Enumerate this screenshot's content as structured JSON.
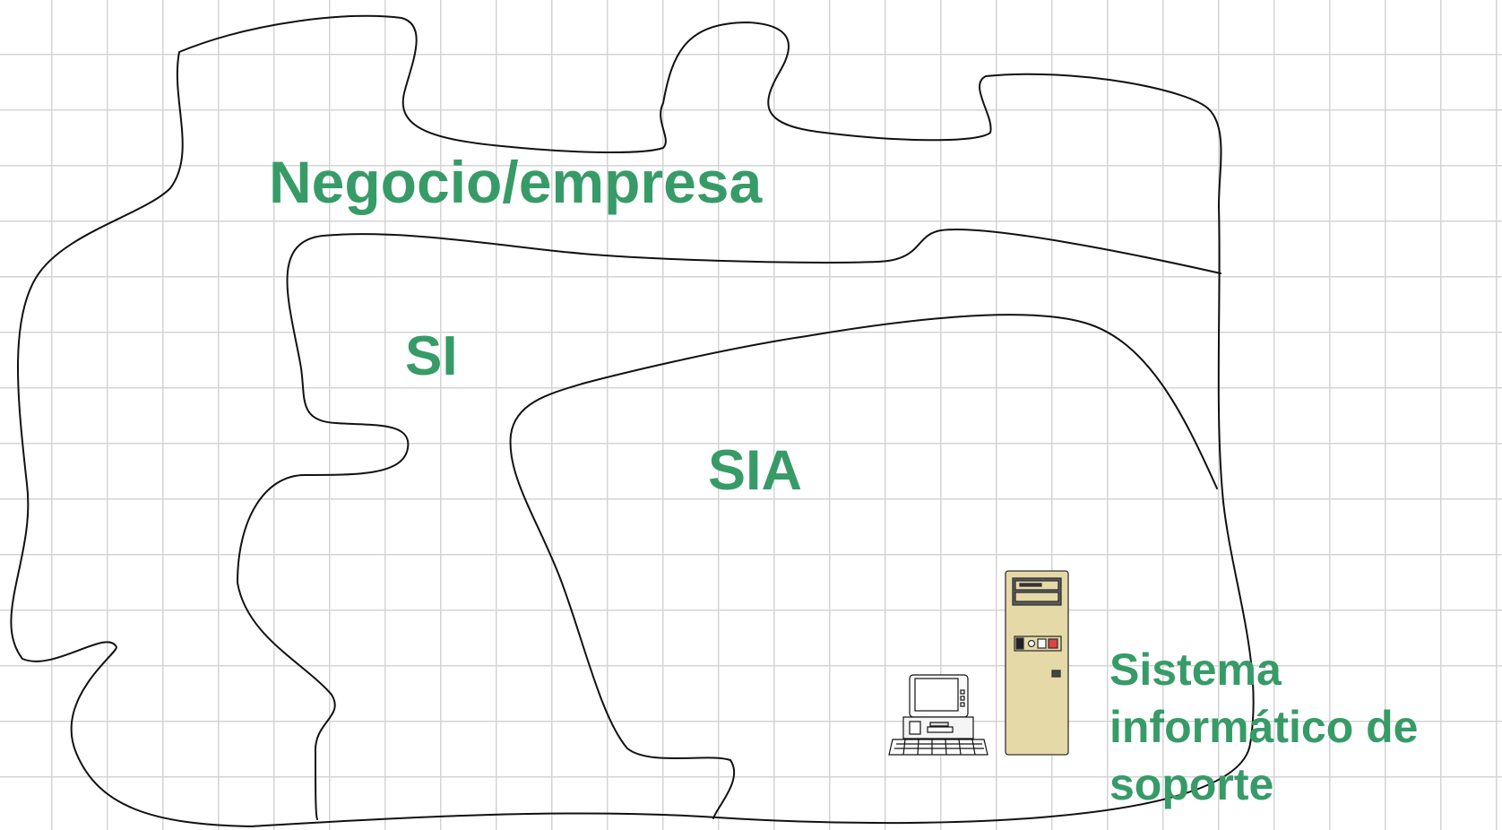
{
  "labels": {
    "negocio": "Negocio/empresa",
    "si": "SI",
    "sia": "SIA",
    "soporte_lines": [
      "Sistema",
      "informático de",
      "soporte"
    ]
  },
  "icons": {
    "terminal": "computer-terminal-icon",
    "tower": "server-tower-icon"
  },
  "colors": {
    "label": "#379b68",
    "outline": "#111111",
    "grid": "#d4d4d4",
    "tower_body": "#e6d9a8"
  }
}
